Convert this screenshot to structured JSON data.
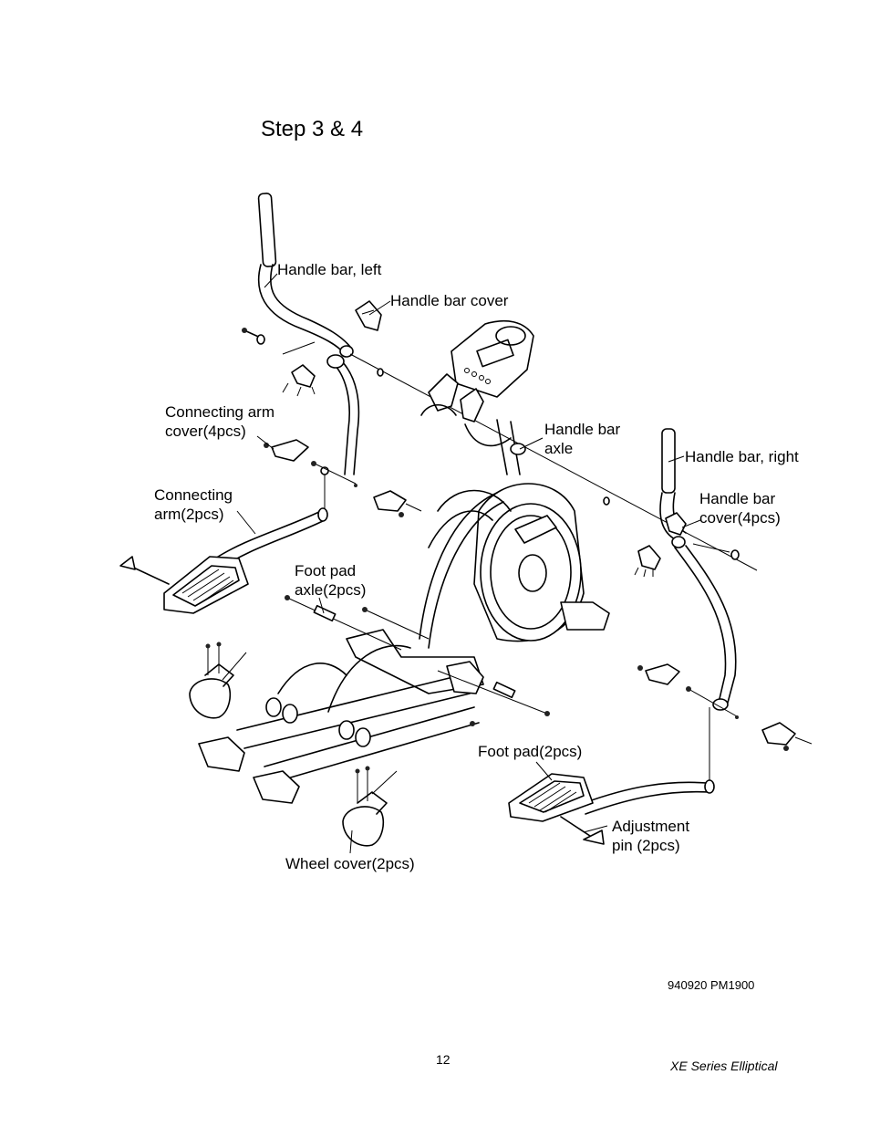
{
  "page": {
    "title": "Step 3 & 4",
    "doc_code": "940920 PM1900",
    "page_number": "12",
    "footer": "XE Series Elliptical"
  },
  "labels": {
    "handle_bar_left": "Handle bar, left",
    "handle_bar_cover": "Handle bar cover",
    "connecting_arm_cover_1": "Connecting arm",
    "connecting_arm_cover_2": "cover(4pcs)",
    "handle_bar_axle_1": "Handle bar",
    "handle_bar_axle_2": "axle",
    "handle_bar_right": "Handle bar, right",
    "handle_bar_cover_r_1": "Handle bar",
    "handle_bar_cover_r_2": "cover(4pcs)",
    "connecting_arm_1": "Connecting",
    "connecting_arm_2": "arm(2pcs)",
    "foot_pad_axle_1": "Foot pad",
    "foot_pad_axle_2": "axle(2pcs)",
    "foot_pad": "Foot pad(2pcs)",
    "adjustment_pin_1": "Adjustment",
    "adjustment_pin_2": "pin (2pcs)",
    "wheel_cover": "Wheel cover(2pcs)"
  }
}
